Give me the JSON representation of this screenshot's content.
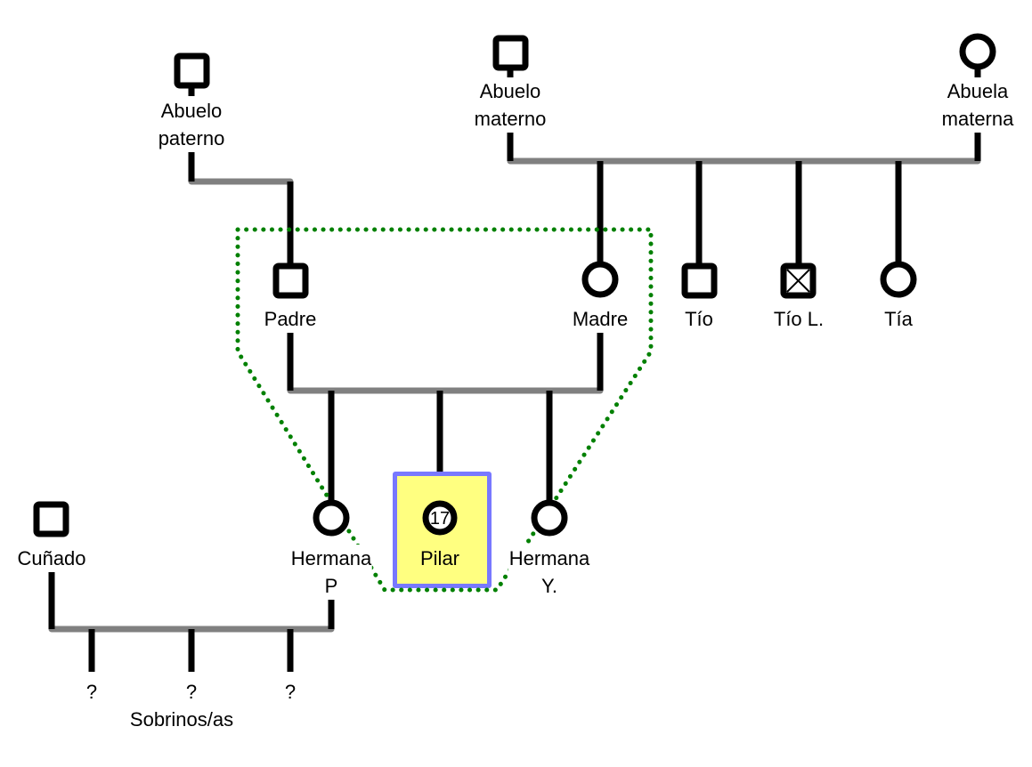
{
  "diagram": {
    "type": "genogram",
    "colors": {
      "line_person": "#000000",
      "line_union": "#808080",
      "boundary": "#008000",
      "ego_fill": "#ffff80",
      "ego_border": "#7878ff"
    },
    "people": {
      "abuelo_paterno": {
        "label": [
          "Abuelo",
          "paterno"
        ],
        "sex": "male"
      },
      "abuelo_materno": {
        "label": [
          "Abuelo",
          "materno"
        ],
        "sex": "male"
      },
      "abuela_materna": {
        "label": [
          "Abuela",
          "materna"
        ],
        "sex": "female"
      },
      "padre": {
        "label": [
          "Padre"
        ],
        "sex": "male"
      },
      "madre": {
        "label": [
          "Madre"
        ],
        "sex": "female"
      },
      "tio": {
        "label": [
          "Tío"
        ],
        "sex": "male"
      },
      "tio_l": {
        "label": [
          "Tío L."
        ],
        "sex": "male",
        "deceased": true
      },
      "tia": {
        "label": [
          "Tía"
        ],
        "sex": "female"
      },
      "cunado": {
        "label": [
          "Cuñado"
        ],
        "sex": "male"
      },
      "hermana_p": {
        "label": [
          "Hermana",
          "P"
        ],
        "sex": "female"
      },
      "pilar": {
        "label": [
          "Pilar"
        ],
        "sex": "female",
        "age": "17",
        "index_person": true
      },
      "hermana_y": {
        "label": [
          "Hermana",
          "Y."
        ],
        "sex": "female"
      }
    },
    "unknown_children": {
      "marks": [
        "?",
        "?",
        "?"
      ],
      "group_label": "Sobrinos/as"
    },
    "household_boundary": "dotted"
  }
}
